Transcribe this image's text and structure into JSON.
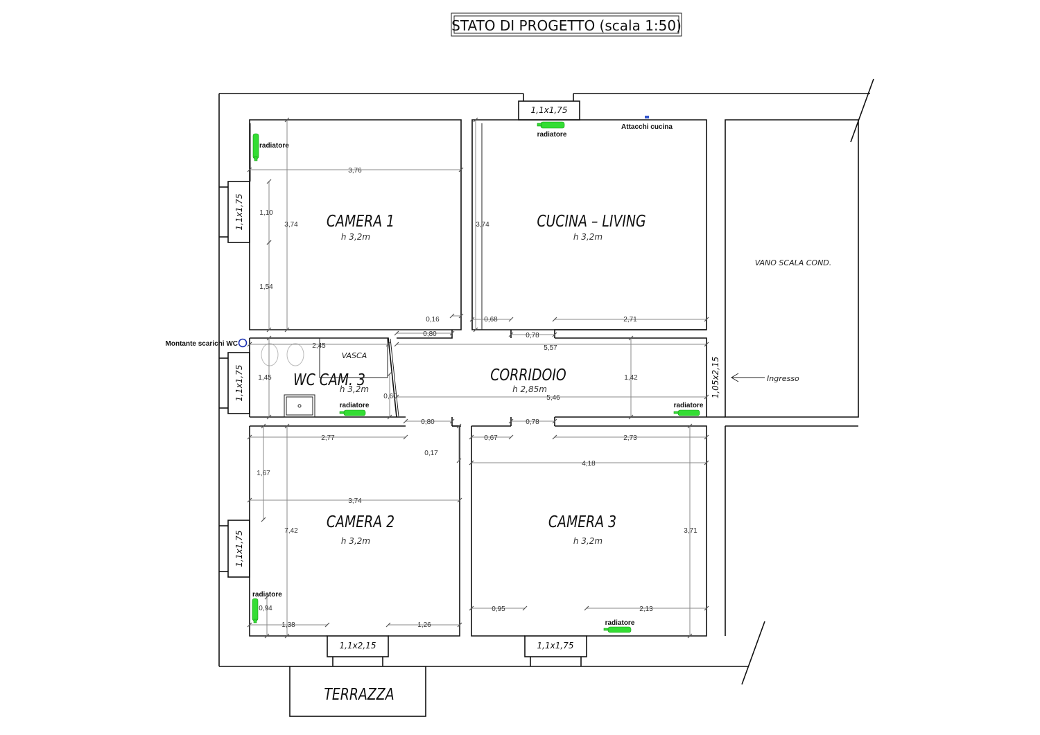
{
  "title": "STATO DI PROGETTO (scala 1:50)",
  "rooms": {
    "camera1": {
      "name": "CAMERA 1",
      "height": "h 3,2m"
    },
    "cucina": {
      "name": "CUCINA – LIVING",
      "height": "h 3,2m"
    },
    "vano_scala": {
      "name": "VANO SCALA COND."
    },
    "wc": {
      "name": "WC CAM. 3",
      "height": "h 3,2m"
    },
    "corridoio": {
      "name": "CORRIDOIO",
      "height": "h 2,85m"
    },
    "camera2": {
      "name": "CAMERA 2",
      "height": "h 3,2m"
    },
    "camera3": {
      "name": "CAMERA 3",
      "height": "h 3,2m"
    },
    "terrazza": {
      "name": "TERRAZZA"
    },
    "vasca": "VASCA"
  },
  "windows": {
    "top_cucina": "1,1x1,75",
    "left_camera1": "1,1x1,75",
    "left_wc": "1,1x1,75",
    "left_camera2": "1,1x1,75",
    "bottom_camera2": "1,1x2,15",
    "bottom_camera3": "1,1x1,75",
    "ingresso_door": "1,05x2,15"
  },
  "labels": {
    "radiatore": "radiatore",
    "attacchi": "Attacchi cucina",
    "montante": "Montante scarichi WC",
    "ingresso": "Ingresso"
  },
  "dims": {
    "d376": "3,76",
    "d110": "1,10",
    "d374a": "3,74",
    "d154": "1,54",
    "d374b": "3,74",
    "d016": "0,16",
    "d068": "0,68",
    "d080a": "0,80",
    "d078a": "0,78",
    "d271": "2,71",
    "d557": "5,57",
    "d245": "2,45",
    "d145": "1,45",
    "d142": "1,42",
    "d060": "0,60",
    "d546": "5,46",
    "d080b": "0,80",
    "d078b": "0,78",
    "d277": "2,77",
    "d067": "0,67",
    "d273": "2,73",
    "d017": "0,17",
    "d418": "4,18",
    "d167": "1,67",
    "d374c": "3,74",
    "d742": "7,42",
    "d371": "3,71",
    "d094": "0,94",
    "d095": "0,95",
    "d213": "2,13",
    "d138": "1,38",
    "d126": "1,26"
  },
  "colors": {
    "radiator": "#33dd33",
    "montante": "#1a2fb0"
  }
}
